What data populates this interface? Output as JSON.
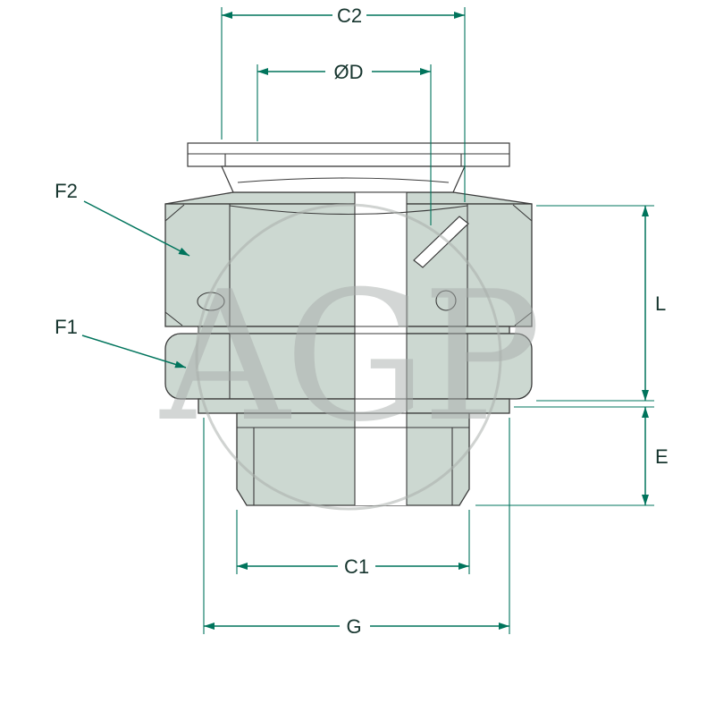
{
  "watermark": {
    "text": "AGP"
  },
  "dimensions": {
    "c2": "C2",
    "d": "ØD",
    "l": "L",
    "e": "E",
    "c1": "C1",
    "g": "G",
    "f2": "F2",
    "f1": "F1"
  },
  "colors": {
    "background": "#ffffff",
    "dimension_line": "#00745c",
    "label_text": "#16352e",
    "body_fill": "#ccd8d1",
    "outline": "#3a3a3a",
    "watermark_gray": "#a9aeac"
  }
}
